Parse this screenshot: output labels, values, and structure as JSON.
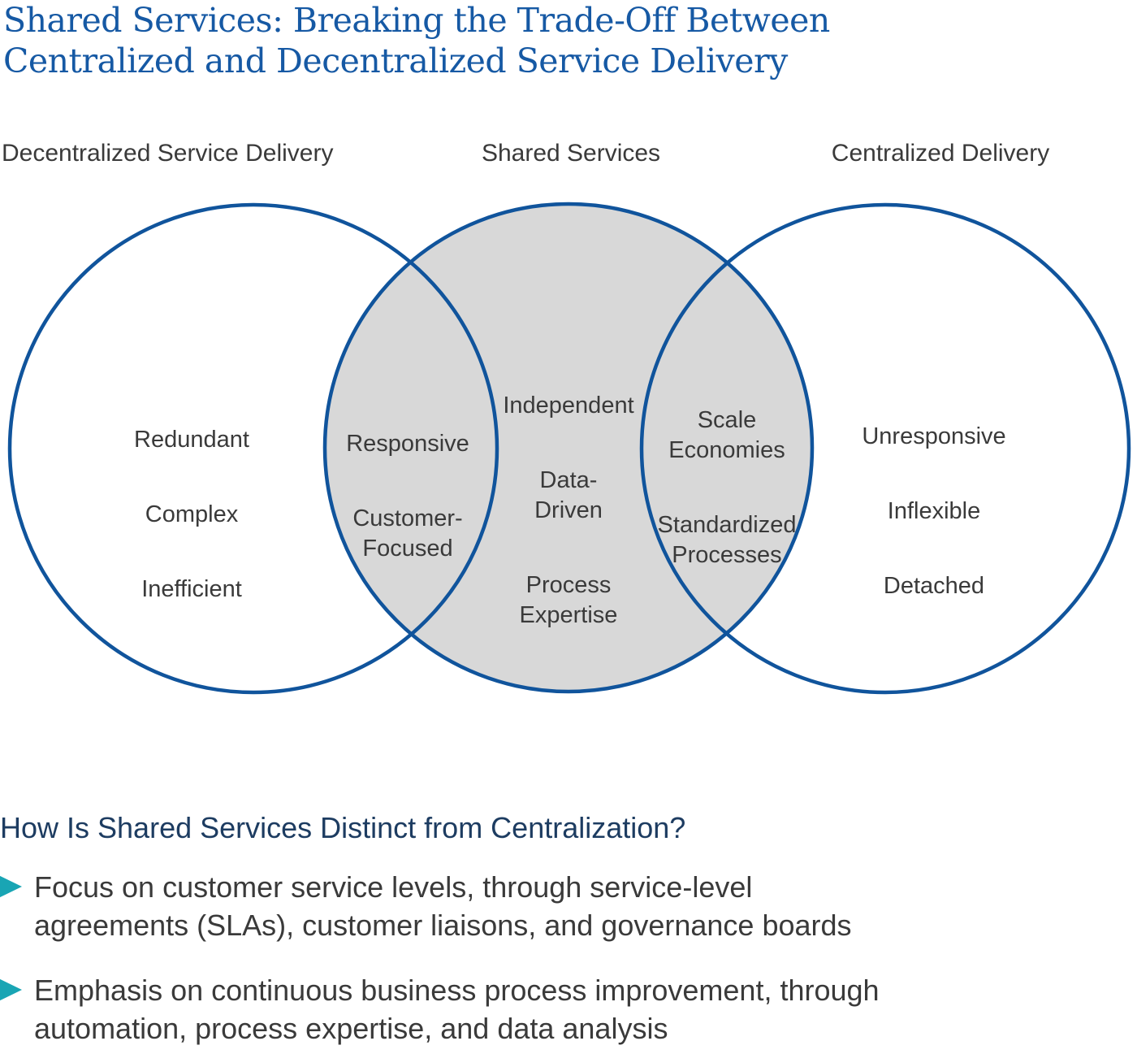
{
  "page": {
    "title": "Shared Services: Breaking the Trade-Off Between\nCentralized and Decentralized Service Delivery"
  },
  "venn": {
    "labels": {
      "left": "Decentralized Service Delivery",
      "middle": "Shared Services",
      "right": "Centralized Delivery"
    },
    "left_circle_items": [
      "Redundant",
      "Complex",
      "Inefficient"
    ],
    "left_overlap_items": [
      "Responsive",
      "Customer-\nFocused"
    ],
    "middle_circle_items": [
      "Independent",
      "Data-\nDriven",
      "Process\nExpertise"
    ],
    "right_overlap_items": [
      "Scale\nEconomies",
      "Standardized\nProcesses"
    ],
    "right_circle_items": [
      "Unresponsive",
      "Inflexible",
      "Detached"
    ]
  },
  "bottom": {
    "heading": "How Is Shared Services Distinct from Centralization?",
    "bullets": [
      "Focus on customer service levels, through service-level\nagreements (SLAs), customer liaisons, and governance boards",
      "Emphasis on continuous business process improvement, through\nautomation, process expertise, and data analysis"
    ]
  },
  "colors": {
    "title-blue": "#1659a4",
    "heading-navy": "#1d3c61",
    "stroke-blue": "#10549c",
    "circle-fill": "#d8d8d8",
    "text-dark": "#3a3a3a",
    "teal": "#19a5b4",
    "bg": "#ffffff"
  }
}
